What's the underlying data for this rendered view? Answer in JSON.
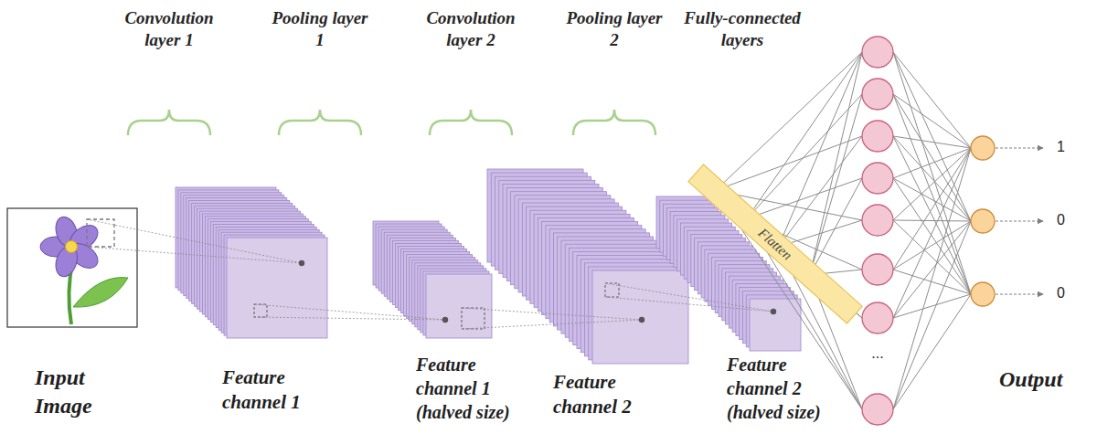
{
  "diagram": {
    "nodes": [
      {
        "text": [
          "Flatten"
        ]
      }
    ],
    "labels": [
      "Convolution layer 1",
      "Pooling layer 1",
      "Convolution layer 2",
      "Pooling layer 2",
      "Fully-connected layers",
      "Input Image",
      "Feature channel 1",
      "Feature channel 1 (halved size)",
      "Feature channel 2",
      "Feature channel 2 (halved size)",
      "Output",
      "1",
      "0",
      "0",
      "..."
    ]
  }
}
